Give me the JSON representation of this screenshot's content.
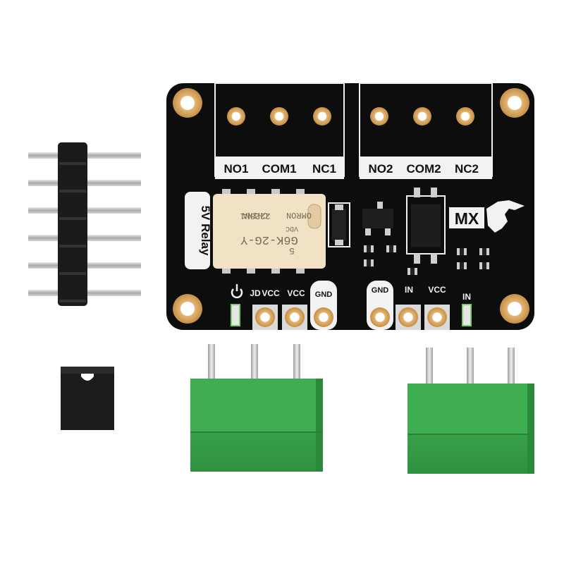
{
  "board": {
    "side_label": "5V Relay",
    "brand": "MX",
    "terminals_left": [
      "NO1",
      "COM1",
      "NC1"
    ],
    "terminals_right": [
      "NO2",
      "COM2",
      "NC2"
    ],
    "pins_left": {
      "jd": "JD",
      "vcc1": "VCC",
      "vcc2": "VCC",
      "gnd": "GND"
    },
    "pins_right": {
      "gnd": "GND",
      "in": "IN",
      "vcc": "VCC"
    },
    "led_label": "IN"
  },
  "relay": {
    "line1": "G6K-2G-Y",
    "line2": "5",
    "line3": "VDC",
    "line4": "CHINA",
    "line5": "2228N1",
    "line6": "OMRON"
  },
  "colors": {
    "pcb": "#0d0d0d",
    "silk": "#f2f2f2",
    "gold": "#d9a55b",
    "relay": "#f1e2c6",
    "terminal_green": "#3aa64a",
    "header_black": "#1b1b1b",
    "pin_metal": "#b8b8b8"
  }
}
